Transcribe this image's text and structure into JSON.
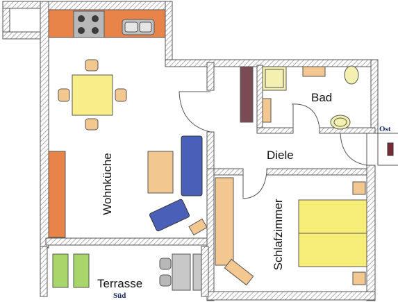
{
  "rooms": {
    "kitchen": "Wohnküche",
    "bath": "Bad",
    "hall": "Diele",
    "bedroom": "Schlafzimmer",
    "terrace": "Terrasse"
  },
  "compass": {
    "east": "Ost",
    "south": "Süd"
  },
  "colors": {
    "wall_stroke": "#555555",
    "wall_hatch": "#9a9a9a",
    "counter": "#e8844a",
    "table": "#f7ee8a",
    "chair": "#f2c790",
    "sofa_blue": "#4a5fb8",
    "bed": "#f7ee7a",
    "wardrobe": "#7a4a55",
    "terrace_green": "#a8d66a",
    "sink": "#b8b8b8",
    "toilet": "#f4f0b0"
  }
}
